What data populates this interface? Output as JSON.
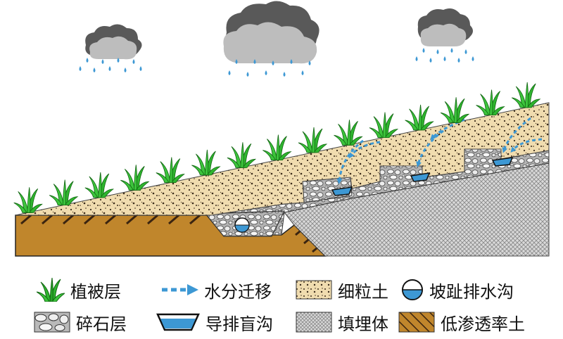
{
  "colors": {
    "soil_fine": "#f0dcaf",
    "soil_dots": "#3a2a1a",
    "low_perm": "#c0862c",
    "fill_body": "#d6d6d6",
    "gravel": "#b9b9b9",
    "grass": "#2fb52f",
    "water": "#3d98d4",
    "cloud_dark": "#595959",
    "cloud_light": "#bdbdbd"
  },
  "legend": {
    "vegetation": {
      "label": "植被层",
      "icon": "grass-icon"
    },
    "water_migration": {
      "label": "水分迁移",
      "icon": "arrow-icon"
    },
    "fine_soil": {
      "label": "细粒土",
      "icon": "dotted-soil-icon"
    },
    "toe_ditch": {
      "label": "坡趾排水沟",
      "icon": "half-filled-circle-icon"
    },
    "gravel": {
      "label": "碎石层",
      "icon": "gravel-icon"
    },
    "blind_ditch": {
      "label": "导排盲沟",
      "icon": "trapezoid-channel-icon"
    },
    "fill": {
      "label": "填埋体",
      "icon": "crosshatch-icon"
    },
    "low_perm_soil": {
      "label": "低渗透率土",
      "icon": "hatched-soil-icon"
    }
  }
}
